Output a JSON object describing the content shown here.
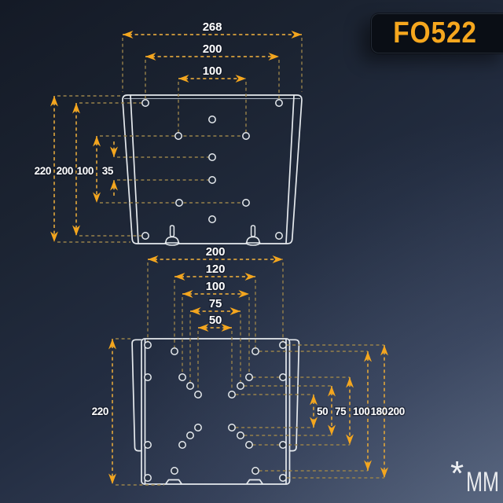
{
  "badge": {
    "model": "FO522"
  },
  "units_note": {
    "asterisk": "*",
    "label": "MM"
  },
  "colors": {
    "background_top_left": "#141A26",
    "background_bottom_right": "#4B576E",
    "accent_arrow": "#F4A61E",
    "dimension_line": "#D7A03C",
    "extension_line": "#97814A",
    "plate_outline": "#E6EAEE",
    "label_text": "#FFFFFF",
    "badge_background": "#0A0E15",
    "badge_text": "#F6A71E"
  },
  "top_diagram": {
    "horizontal_dims": [
      {
        "label": "268"
      },
      {
        "label": "200"
      },
      {
        "label": "100"
      }
    ],
    "vertical_dims": [
      {
        "label": "220"
      },
      {
        "label": "200"
      },
      {
        "label": "100"
      },
      {
        "label": "35"
      }
    ]
  },
  "bottom_diagram": {
    "horizontal_dims": [
      {
        "label": "200"
      },
      {
        "label": "120"
      },
      {
        "label": "100"
      },
      {
        "label": "75"
      },
      {
        "label": "50"
      }
    ],
    "left_dims": [
      {
        "label": "220"
      }
    ],
    "right_dims": [
      {
        "label": "50"
      },
      {
        "label": "75"
      },
      {
        "label": "100"
      },
      {
        "label": "180"
      },
      {
        "label": "200"
      }
    ]
  }
}
